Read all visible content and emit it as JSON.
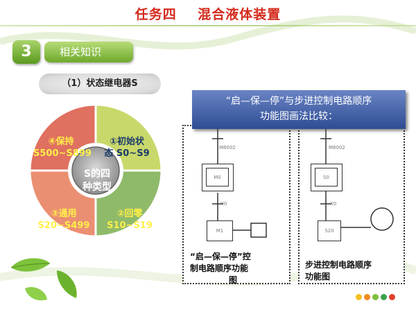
{
  "slide_title": "任务四    混合液体装置",
  "section": {
    "number": "3",
    "label": "相关知识"
  },
  "subtitle": "（1）状态继电器S",
  "wheel": {
    "center_line1": "S的四",
    "center_line2": "种类型",
    "segments": [
      {
        "line1": "①初始状",
        "line2": "态 S0~S9"
      },
      {
        "line1": "②回零",
        "line2": "S10~S19"
      },
      {
        "line1": "③通用",
        "line2": "S20~S499"
      },
      {
        "line1": "④保持",
        "line2": "S500~S899"
      }
    ]
  },
  "comparison": {
    "header_line1": "“启—保—停”与步进控制电路顺序",
    "header_line2": "功能图画法比较：",
    "left_caption_line1": "“启—保—停”控",
    "left_caption_line2": "制电路顺序功能",
    "left_caption_line3": "图",
    "right_caption_line1": "步进控制电路顺序",
    "right_caption_line2": "功能图"
  },
  "colors": {
    "title": "#d42a1c",
    "green": "#7fb83d",
    "header_blue": "#3d5aa0",
    "wheel_green": "#6aaa4b",
    "wheel_yellow": "#c9d86a",
    "wheel_red": "#e07060",
    "wheel_olive": "#a4c47a"
  }
}
